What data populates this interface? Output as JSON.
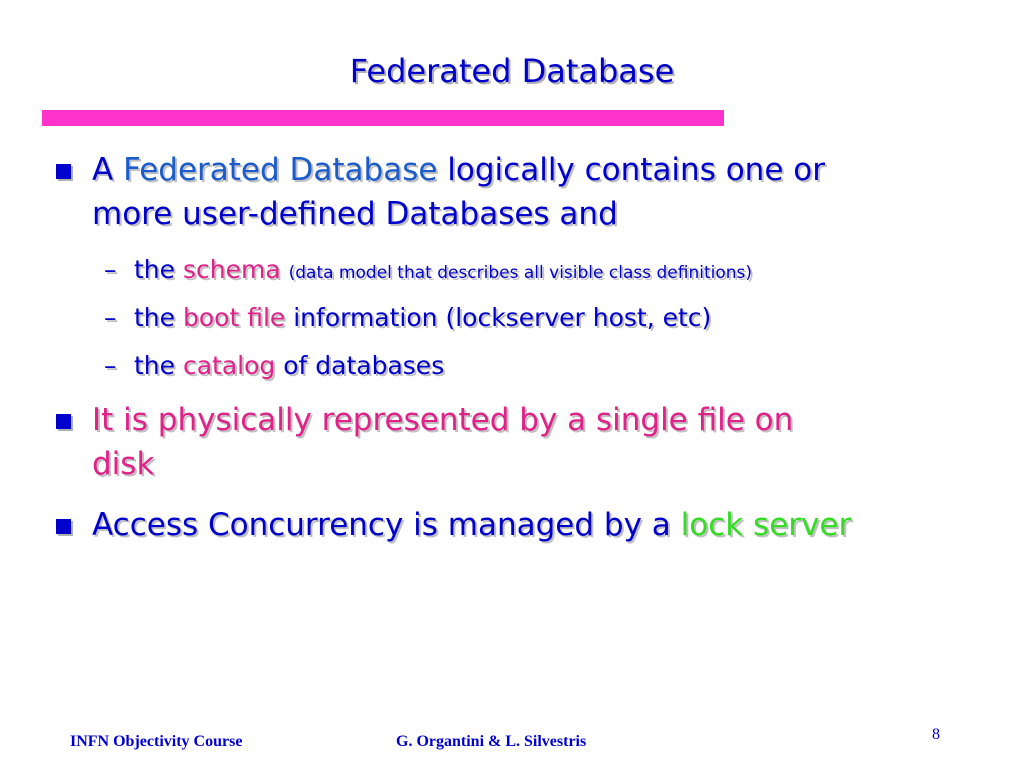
{
  "slide": {
    "title": "Federated Database",
    "bullets": [
      {
        "lines": [
          {
            "prefix": "A ",
            "highlight": "Federated Database",
            "suffix": " logically contains one or"
          },
          {
            "text": "more user-defined Databases and"
          }
        ],
        "subitems": [
          {
            "dash": "–",
            "prefix": "the ",
            "highlight": "schema",
            "suffix": "(data model that describes all visible class definitions)"
          },
          {
            "dash": "–",
            "prefix": "the ",
            "highlight": "boot file",
            "suffix": " information (lockserver host, etc)"
          },
          {
            "dash": "–",
            "prefix": "the ",
            "highlight": "catalog",
            "suffix": " of databases"
          }
        ]
      },
      {
        "lines": [
          {
            "text": "It is physically represented by a single file on"
          },
          {
            "text": "disk"
          }
        ]
      },
      {
        "lines": [
          {
            "prefix": "Access Concurrency is managed by a ",
            "highlight": "lock server"
          }
        ]
      }
    ]
  },
  "footer": {
    "left": "INFN Objectivity Course",
    "center": "G. Organtini & L. Silvestris",
    "page_number": "8"
  },
  "colors": {
    "text": "#0000cc",
    "title_bar": "#ff33cc",
    "highlight_blue": "#1a5ccc",
    "highlight_pink": "#e0218a",
    "highlight_green": "#33dd22"
  }
}
